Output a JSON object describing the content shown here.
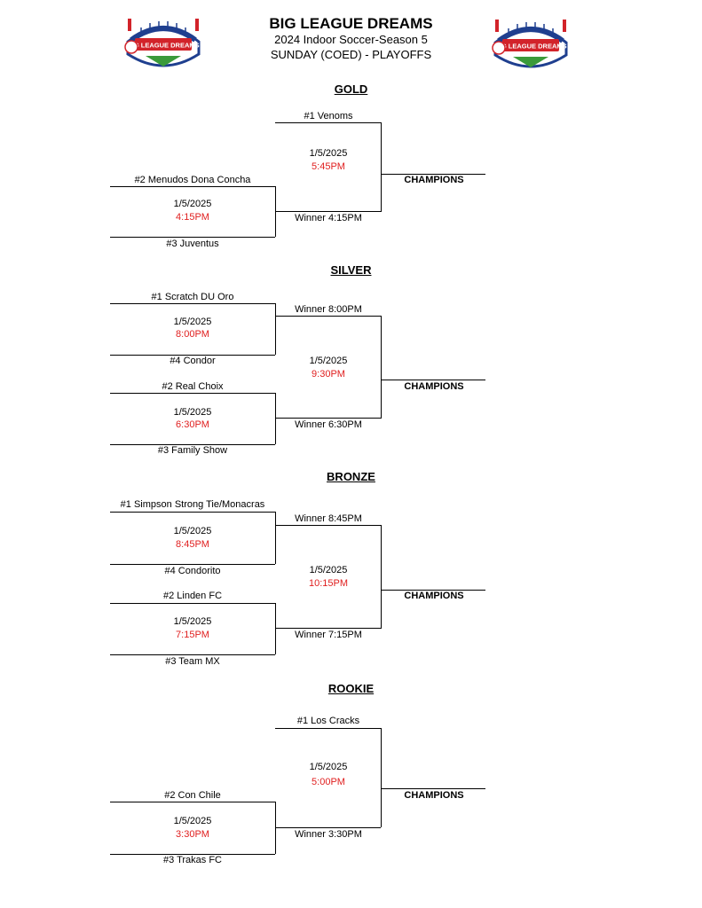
{
  "header": {
    "title": "BIG LEAGUE DREAMS",
    "subtitle1": "2024 Indoor Soccer-Season 5",
    "subtitle2": "SUNDAY (COED) - PLAYOFFS",
    "logo_text": "BIG LEAGUE DREAMS",
    "colors": {
      "red": "#d2232a",
      "blue": "#1f3f8f",
      "green": "#3a9a3a"
    }
  },
  "gold": {
    "title": "GOLD",
    "team1": "#1 Venoms",
    "team2": "#2 Menudos Dona Concha",
    "team3": "#3 Juventus",
    "semi_date": "1/5/2025",
    "semi_time": "4:15PM",
    "semi_winner": "Winner 4:15PM",
    "final_date": "1/5/2025",
    "final_time": "5:45PM",
    "champions": "CHAMPIONS"
  },
  "silver": {
    "title": "SILVER",
    "team1": "#1 Scratch DU Oro",
    "team4": "#4 Condor",
    "team2": "#2 Real Choix",
    "team3": "#3 Family Show",
    "m1_date": "1/5/2025",
    "m1_time": "8:00PM",
    "m2_date": "1/5/2025",
    "m2_time": "6:30PM",
    "winner1": "Winner 8:00PM",
    "winner2": "Winner 6:30PM",
    "final_date": "1/5/2025",
    "final_time": "9:30PM",
    "champions": "CHAMPIONS"
  },
  "bronze": {
    "title": "BRONZE",
    "team1": "#1 Simpson Strong Tie/Monacras",
    "team4": "#4 Condorito",
    "team2": "#2 Linden FC",
    "team3": "#3 Team MX",
    "m1_date": "1/5/2025",
    "m1_time": "8:45PM",
    "m2_date": "1/5/2025",
    "m2_time": "7:15PM",
    "winner1": "Winner 8:45PM",
    "winner2": "Winner 7:15PM",
    "final_date": "1/5/2025",
    "final_time": "10:15PM",
    "champions": "CHAMPIONS"
  },
  "rookie": {
    "title": "ROOKIE",
    "team1": "#1 Los Cracks",
    "team2": "#2 Con Chile",
    "team3": "#3 Trakas FC",
    "semi_date": "1/5/2025",
    "semi_time": "3:30PM",
    "semi_winner": "Winner 3:30PM",
    "final_date": "1/5/2025",
    "final_time": "5:00PM",
    "champions": "CHAMPIONS"
  }
}
